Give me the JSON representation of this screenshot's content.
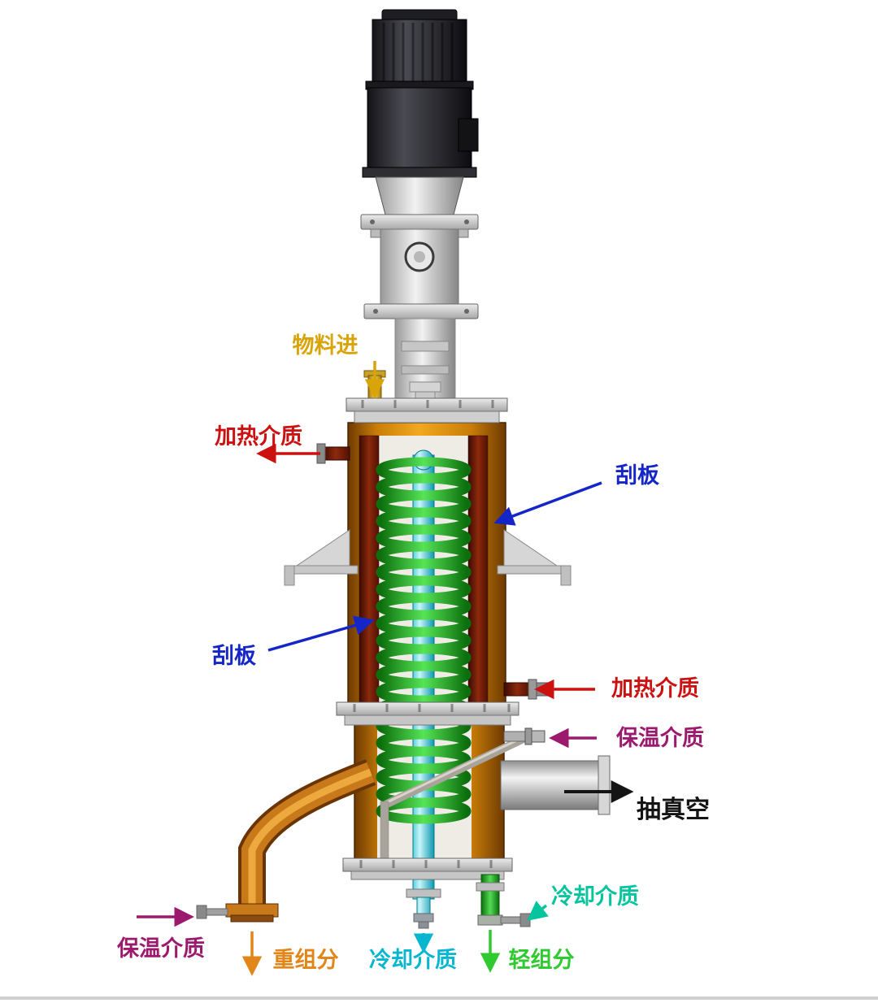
{
  "figure": {
    "labels": {
      "material_in": {
        "text": "物料进",
        "color": "#d9a408"
      },
      "heating_medium_left": {
        "text": "加热介质",
        "color": "#cc1111"
      },
      "scraper_right": {
        "text": "刮板",
        "color": "#1526c8"
      },
      "scraper_left": {
        "text": "刮板",
        "color": "#1526c8"
      },
      "heating_medium_right": {
        "text": "加热介质",
        "color": "#cc1111"
      },
      "insulating_medium_right": {
        "text": "保温介质",
        "color": "#9c1a6e"
      },
      "vacuum_out": {
        "text": "抽真空",
        "color": "#141414"
      },
      "insulating_medium_bottom": {
        "text": "保温介质",
        "color": "#9c1a6e"
      },
      "heavy_fraction_out": {
        "text": "重组分",
        "color": "#e2861a"
      },
      "cooling_medium_bottom": {
        "text": "冷却介质",
        "color": "#08b6d0"
      },
      "light_fraction_out": {
        "text": "轻组分",
        "color": "#2fca2f"
      },
      "cooling_medium_right": {
        "text": "冷却介质",
        "color": "#06c49e"
      }
    },
    "palette": {
      "shell_copper": "#d98a12",
      "jacket_maroon": "#7a1806",
      "coil_green": "#35d435",
      "rotor_cyan": "#4cd2dc",
      "motor_dark": "#2a2a2e",
      "steel_light": "#d8d8d8"
    }
  }
}
